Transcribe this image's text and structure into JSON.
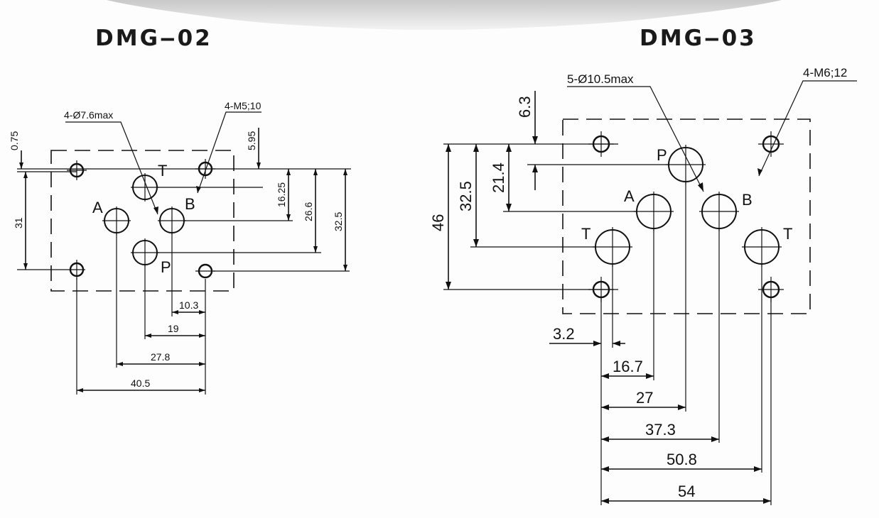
{
  "left": {
    "title": "DMG‒02",
    "callouts": {
      "port_holes": "4-Ø7.6max",
      "threads": "4-M5;10"
    },
    "ports": {
      "T": "T",
      "A": "A",
      "B": "B",
      "P": "P"
    },
    "vertical_dims": {
      "d075": "0.75",
      "d31": "31",
      "d595": "5.95",
      "d1625": "16.25",
      "d266": "26.6",
      "d325": "32.5"
    },
    "horizontal_dims": {
      "d103": "10.3",
      "d19": "19",
      "d278": "27.8",
      "d405": "40.5"
    }
  },
  "right": {
    "title": "DMG‒03",
    "callouts": {
      "port_holes": "5-Ø10.5max",
      "threads": "4-M6;12"
    },
    "ports": {
      "P": "P",
      "A": "A",
      "B": "B",
      "T_left": "T",
      "T_right": "T"
    },
    "vertical_dims": {
      "d63": "6.3",
      "d214": "21.4",
      "d325": "32.5",
      "d46": "46"
    },
    "horizontal_dims": {
      "d32": "3.2",
      "d167": "16.7",
      "d27": "27",
      "d373": "37.3",
      "d508": "50.8",
      "d54": "54"
    }
  }
}
